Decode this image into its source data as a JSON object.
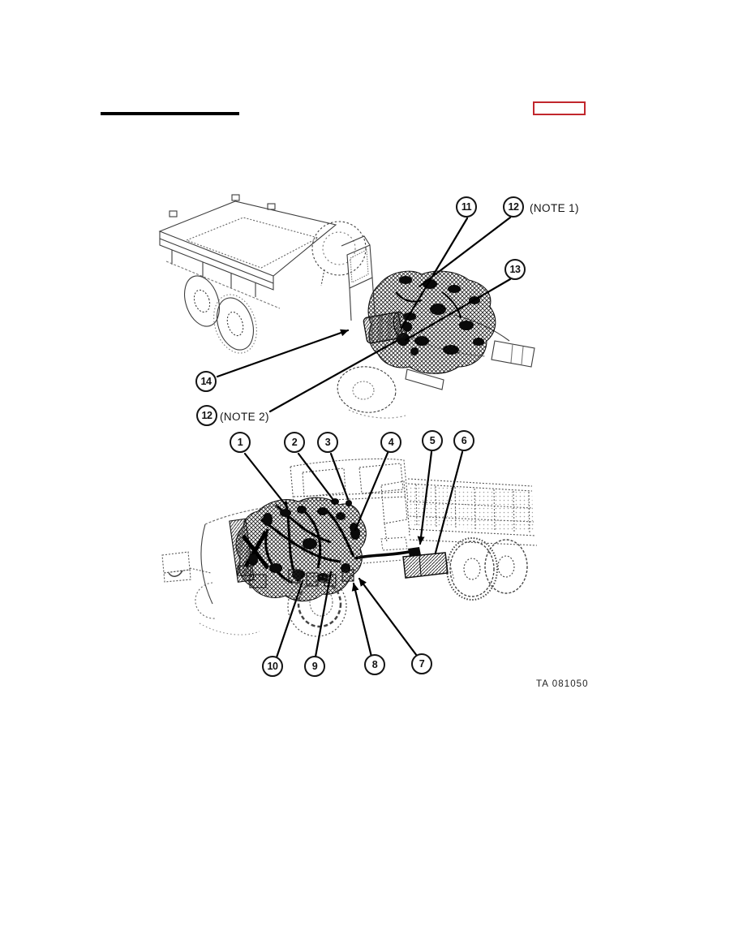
{
  "colors": {
    "link_box_red": "#c1272d",
    "ink": "#1a1a1a"
  },
  "figure_top": {
    "callouts": [
      {
        "num": "11"
      },
      {
        "num": "12",
        "note": "(NOTE 1)"
      },
      {
        "num": "13"
      },
      {
        "num": "14"
      },
      {
        "num": "12",
        "note": "(NOTE 2)"
      }
    ]
  },
  "figure_bottom": {
    "callouts": [
      {
        "num": "1"
      },
      {
        "num": "2"
      },
      {
        "num": "3"
      },
      {
        "num": "4"
      },
      {
        "num": "5"
      },
      {
        "num": "6"
      },
      {
        "num": "7"
      },
      {
        "num": "8"
      },
      {
        "num": "9"
      },
      {
        "num": "10"
      }
    ],
    "figure_id": "TA 081050"
  }
}
